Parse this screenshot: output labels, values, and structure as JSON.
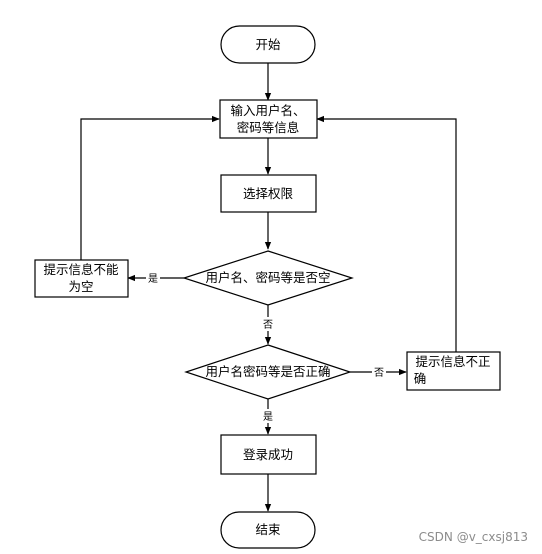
{
  "nodes": {
    "start": "开始",
    "input": [
      "输入用户名、",
      "密码等信息"
    ],
    "select": "选择权限",
    "check_empty": "用户名、密码等是否空",
    "prompt_empty": [
      "提示信息不能",
      "为空"
    ],
    "check_valid": "用户名密码等是否正确",
    "prompt_invalid": [
      "提示信息不正",
      "确"
    ],
    "success": "登录成功",
    "end": "结束"
  },
  "edges": {
    "empty_yes": "是",
    "empty_no": "否",
    "valid_no": "否",
    "valid_yes": "是"
  },
  "watermark": "CSDN @v_cxsj813"
}
